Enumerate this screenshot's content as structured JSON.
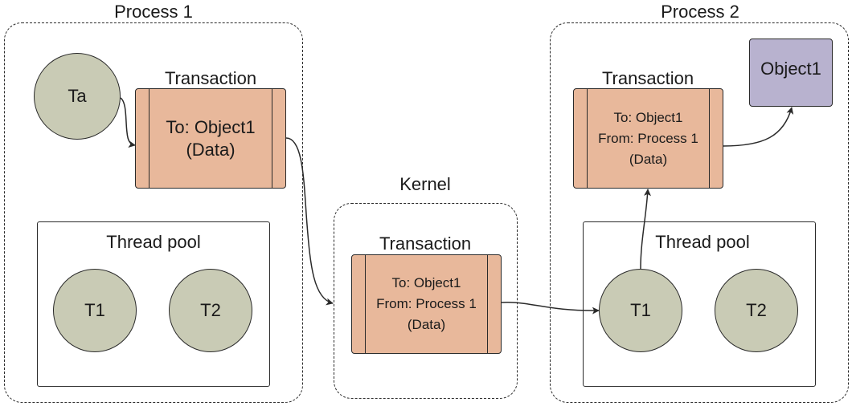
{
  "process1": {
    "label": "Process 1",
    "thread_ta": "Ta",
    "transaction": {
      "label": "Transaction",
      "to": "To: Object1",
      "data": "(Data)"
    },
    "thread_pool": {
      "label": "Thread pool",
      "t1": "T1",
      "t2": "T2"
    }
  },
  "kernel": {
    "label": "Kernel",
    "transaction": {
      "label": "Transaction",
      "to": "To: Object1",
      "from": "From: Process 1",
      "data": "(Data)"
    }
  },
  "process2": {
    "label": "Process 2",
    "object": "Object1",
    "transaction": {
      "label": "Transaction",
      "to": "To: Object1",
      "from": "From: Process 1",
      "data": "(Data)"
    },
    "thread_pool": {
      "label": "Thread pool",
      "t1": "T1",
      "t2": "T2"
    }
  },
  "colors": {
    "thread": "#c9cbb5",
    "transaction": "#e8b89b",
    "object": "#b8b2cf",
    "stroke": "#2a2a2a"
  }
}
